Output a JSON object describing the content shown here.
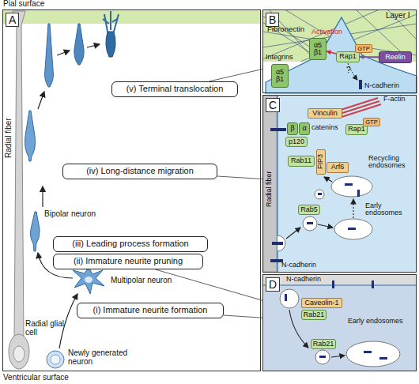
{
  "diagram": {
    "nodes": [
      {
        "text": [
          "A"
        ]
      },
      {
        "text": [
          "(v) Terminal translocation"
        ],
        "in": 0
      },
      {
        "text": [
          "(iv) Long-distance migration"
        ],
        "in": 0
      },
      {
        "text": [
          "(iii) Leading process formation"
        ],
        "in": 0
      },
      {
        "text": [
          "(ii) Immature neurite pruning"
        ],
        "in": 0
      },
      {
        "text": [
          "(i) Immature neurite formation"
        ],
        "in": 0
      },
      {
        "text": [
          "B"
        ]
      },
      {
        "text": [
          "α5 β1"
        ],
        "in": 6
      },
      {
        "text": [
          "Rap1"
        ],
        "in": 6
      },
      {
        "text": [
          "GTP"
        ],
        "in": 6
      },
      {
        "text": [
          "Reelin"
        ],
        "in": 6
      },
      {
        "text": [
          "α5 β1"
        ],
        "in": 6
      },
      {
        "text": [
          "C"
        ]
      },
      {
        "text": [
          "Vinculin"
        ],
        "in": 12
      },
      {
        "text": [
          "β"
        ],
        "in": 12
      },
      {
        "text": [
          "α"
        ],
        "in": 12
      },
      {
        "text": [
          "Rap1"
        ],
        "in": 12
      },
      {
        "text": [
          "GTP"
        ],
        "in": 12
      },
      {
        "text": [
          "p120"
        ],
        "in": 12
      },
      {
        "text": [
          "FIP3"
        ],
        "in": 12
      },
      {
        "text": [
          "Rab11"
        ],
        "in": 12
      },
      {
        "text": [
          "Arf6"
        ],
        "in": 12
      },
      {
        "text": [
          "Rab5"
        ],
        "in": 12
      },
      {
        "text": [
          "D"
        ]
      },
      {
        "text": [
          "Caveolin-1"
        ],
        "in": 23
      },
      {
        "text": [
          "Rab21"
        ],
        "in": 23
      },
      {
        "text": [
          "Rab21"
        ],
        "in": 23
      }
    ],
    "edges": [
      {
        "from": 1,
        "to": 6,
        "arrow": "none"
      },
      {
        "from": 2,
        "to": 12,
        "arrow": "none"
      },
      {
        "from": 4,
        "to": 23,
        "arrow": "none"
      },
      {
        "from": 5,
        "to": 23,
        "arrow": "none"
      },
      {
        "from": 10,
        "to": 8,
        "arrow": "to"
      },
      {
        "from": 8,
        "to": 7,
        "label": "Activation",
        "arrow": "to"
      }
    ],
    "labels": [
      "Pial surface",
      "Ventricular surface",
      "Radial fiber",
      "Bipolar neuron",
      "Multipolar neuron",
      "Radial glial cell",
      "Newly generated neuron",
      "Layer I",
      "Fibronectin",
      "Integrins",
      "?",
      "N-cadherin",
      "F-actin",
      "catenins",
      "Radial fiber",
      "Recycling endosomes",
      "Early endosomes",
      "N-cadherin",
      "N-cadherin",
      "Early endosomes"
    ]
  }
}
